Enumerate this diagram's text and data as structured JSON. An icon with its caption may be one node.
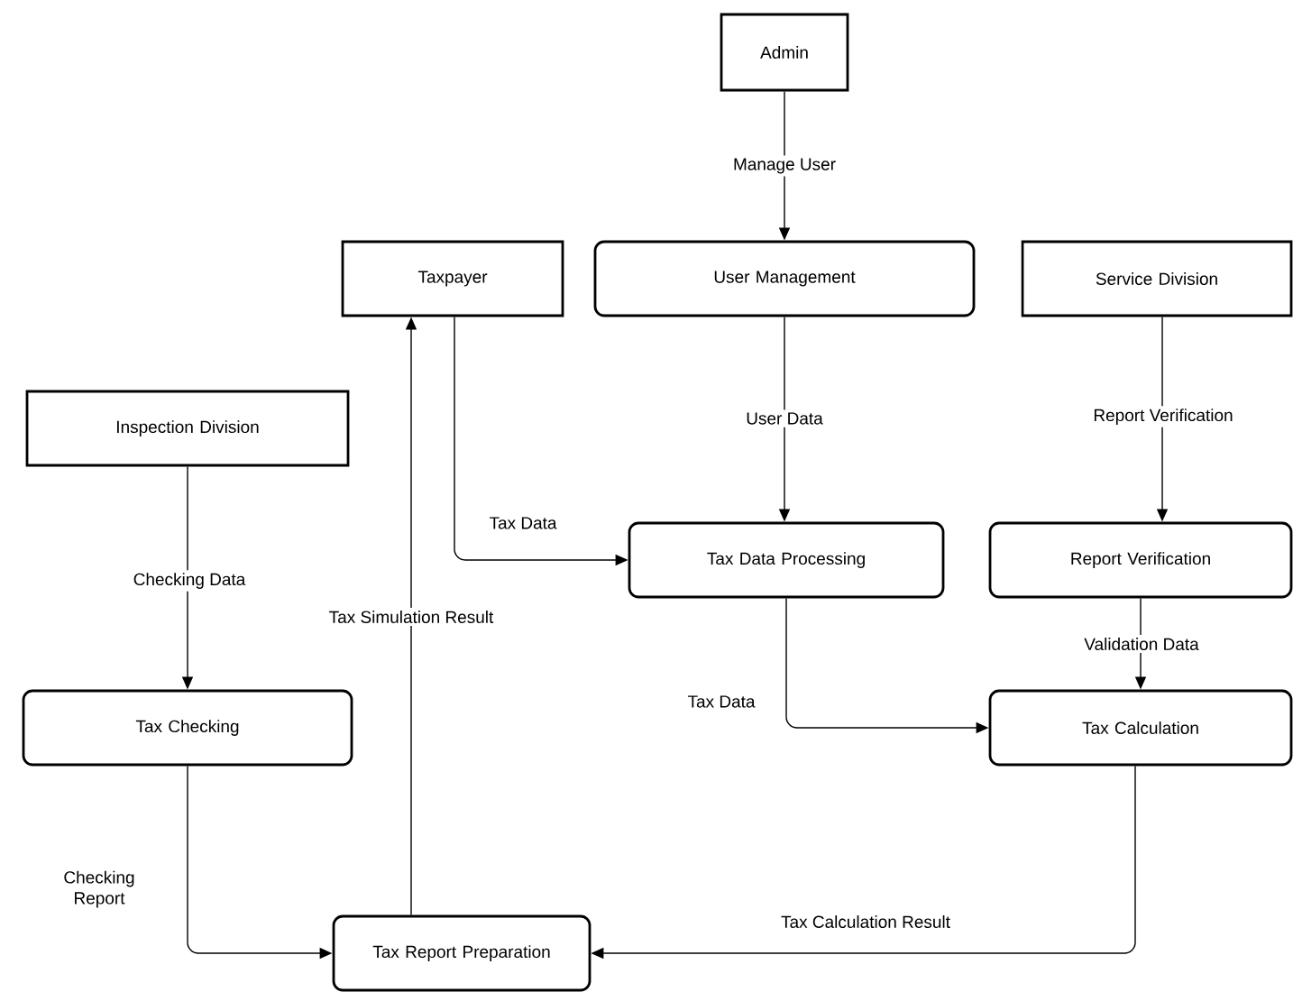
{
  "diagram": {
    "nodes": [
      {
        "text": [
          "Admin"
        ]
      },
      {
        "text": [
          "Taxpayer"
        ]
      },
      {
        "text": [
          "User Management"
        ]
      },
      {
        "text": [
          "Service Division"
        ]
      },
      {
        "text": [
          "Inspection Division"
        ]
      },
      {
        "text": [
          "Tax Data Processing"
        ]
      },
      {
        "text": [
          "Report Verification"
        ]
      },
      {
        "text": [
          "Tax Checking"
        ]
      },
      {
        "text": [
          "Tax Calculation"
        ]
      },
      {
        "text": [
          "Tax Report Preparation"
        ]
      }
    ],
    "edges": [
      {
        "from": 0,
        "to": 2,
        "arrow": "to",
        "label": "Manage User"
      },
      {
        "from": 2,
        "to": 5,
        "arrow": "to",
        "label": "User Data"
      },
      {
        "from": 3,
        "to": 6,
        "arrow": "to",
        "label": "Report Verification"
      },
      {
        "from": 1,
        "to": 5,
        "arrow": "to",
        "label": "Tax Data"
      },
      {
        "from": 4,
        "to": 7,
        "arrow": "to",
        "label": "Checking Data"
      },
      {
        "from": 9,
        "to": 1,
        "arrow": "to",
        "label": "Tax Simulation Result"
      },
      {
        "from": 6,
        "to": 8,
        "arrow": "to",
        "label": "Validation Data"
      },
      {
        "from": 5,
        "to": 8,
        "arrow": "to",
        "label": "Tax Data"
      },
      {
        "from": 7,
        "to": 9,
        "arrow": "to",
        "label": "Checking Report"
      },
      {
        "from": 8,
        "to": 9,
        "arrow": "to",
        "label": "Tax Calculation Result"
      }
    ]
  }
}
